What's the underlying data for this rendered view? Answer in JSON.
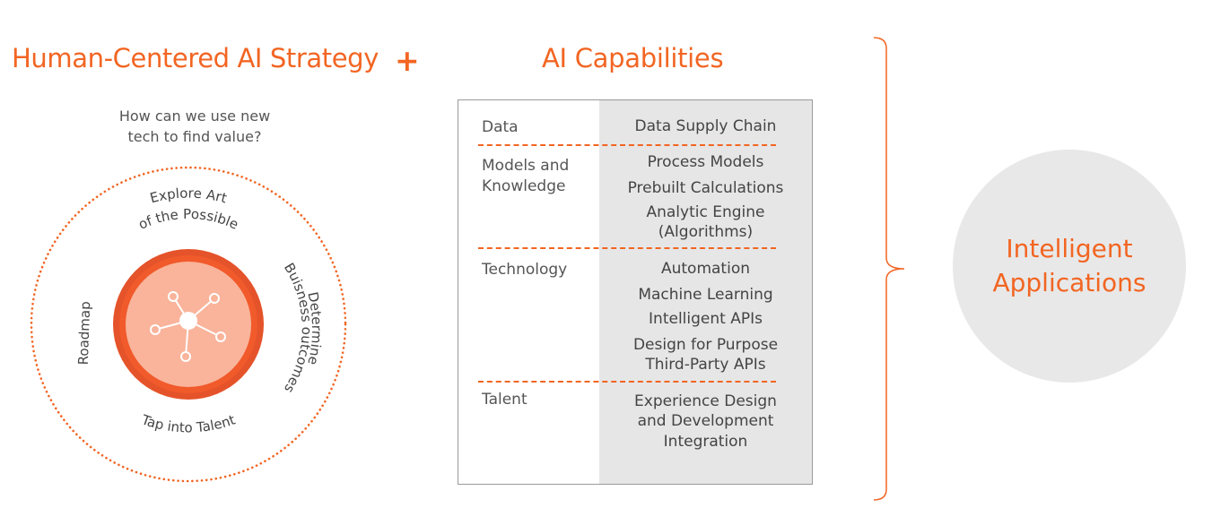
{
  "left": {
    "title": "Human-Centered AI Strategy",
    "question": [
      "How can we use new",
      "tech to find value?"
    ],
    "ring_labels": {
      "top": [
        "Explore Art",
        "of the Possible"
      ],
      "right": [
        "Determine",
        "Buisness outcomes"
      ],
      "bottom": "Tap into Talent",
      "left": "Roadmap"
    }
  },
  "plus": "+",
  "middle": {
    "title": "AI Capabilities",
    "rows": [
      {
        "label": [
          "Data"
        ],
        "items": [
          "Data Supply Chain"
        ]
      },
      {
        "label": [
          "Models and",
          "Knowledge"
        ],
        "items": [
          "Process Models",
          "Prebuilt Calculations",
          "Analytic Engine",
          "(Algorithms)"
        ]
      },
      {
        "label": [
          "Technology"
        ],
        "items": [
          "Automation",
          "Machine Learning",
          "Intelligent APIs",
          "Design for Purpose",
          "Third-Party APIs"
        ]
      },
      {
        "label": [
          "Talent"
        ],
        "items": [
          "Experience Design",
          "and Development",
          "Integration"
        ]
      }
    ]
  },
  "right": {
    "title": [
      "Intelligent",
      "Applications"
    ]
  },
  "colors": {
    "accent": "#f26522",
    "hub_outer": "#e5532a",
    "hub_inner": "#f9b49b",
    "panel_grey": "#e6e6e6",
    "circle_grey": "#e8e8e8"
  }
}
